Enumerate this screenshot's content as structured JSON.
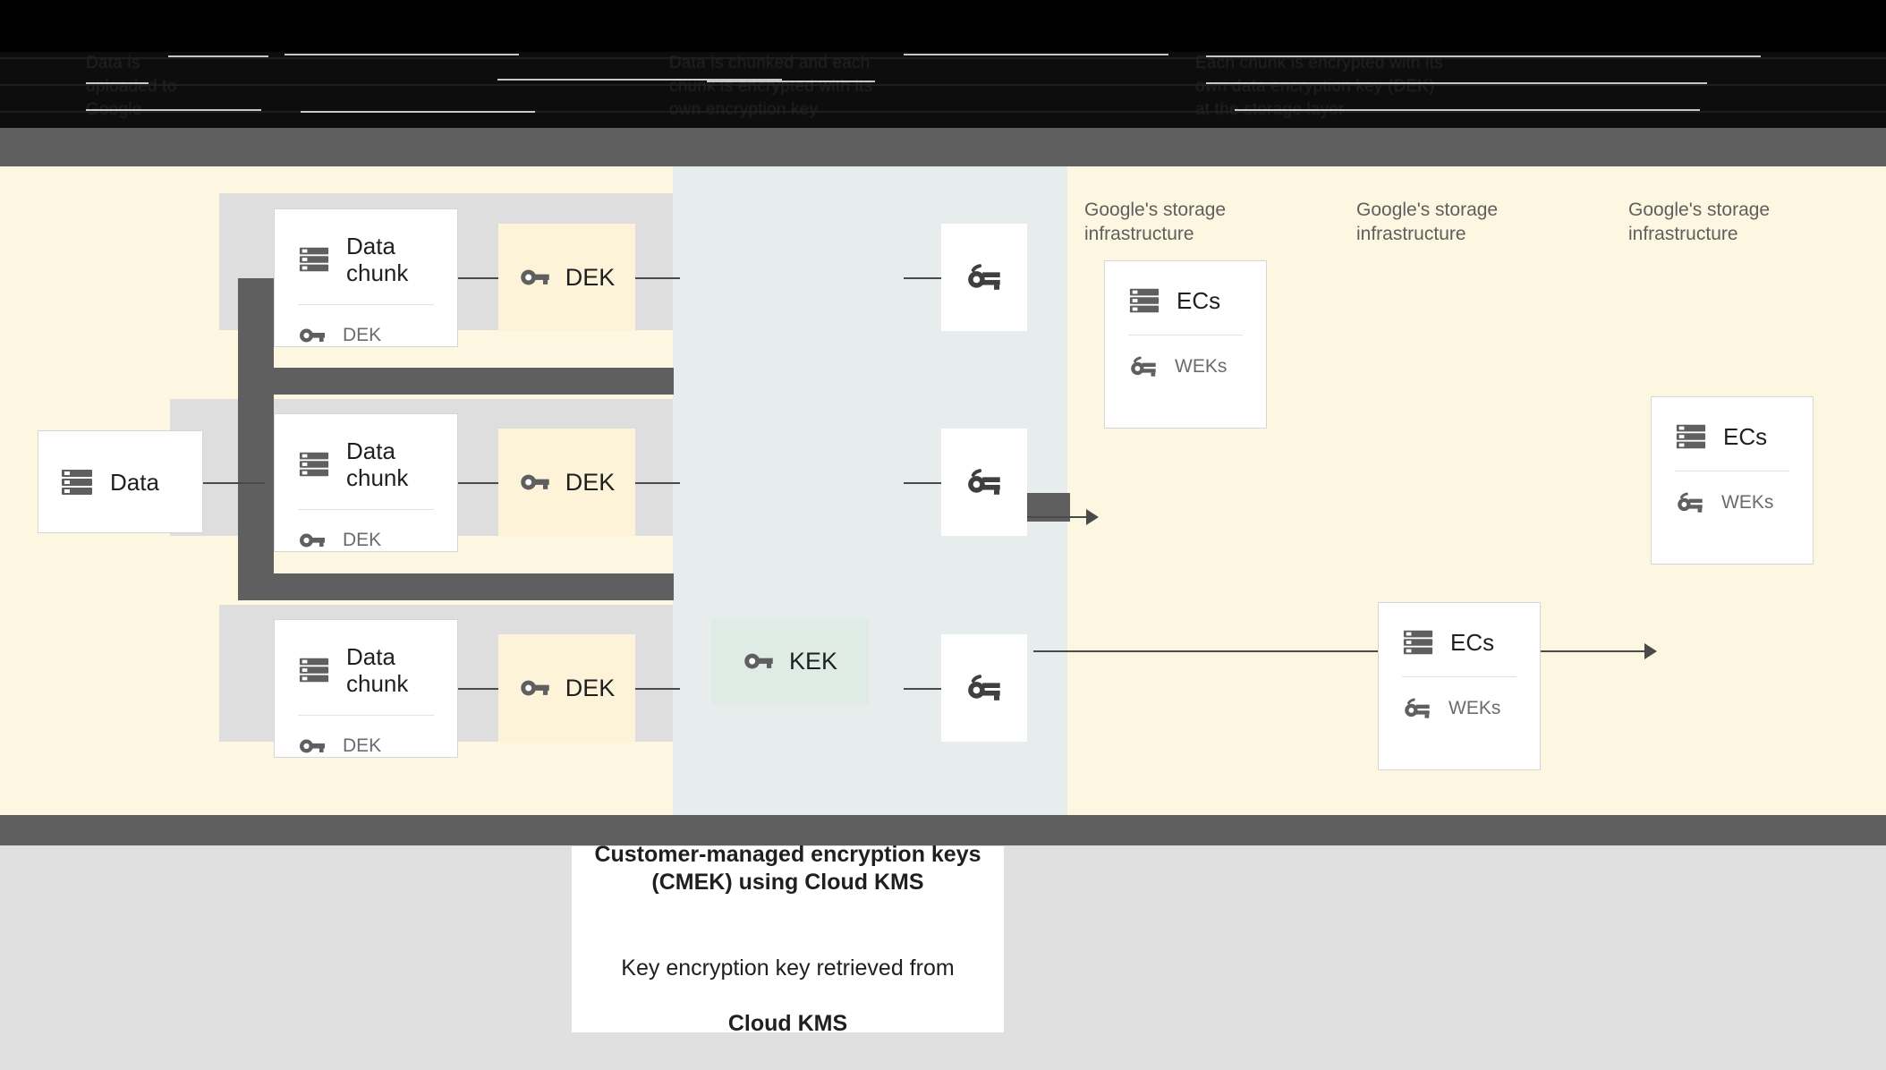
{
  "header": {
    "obscured": true,
    "note": "redacted text rows",
    "rows": [
      {
        "col1": "Data is",
        "col2": "Data is chunked and each",
        "col3": "Each chunk is encrypted with its"
      },
      {
        "col1": "uploaded to",
        "col2": "chunk is encrypted with its",
        "col3": "own data encryption key (DEK)"
      },
      {
        "col1": "Google",
        "col2": "own encryption key",
        "col3": "at the storage layer"
      }
    ]
  },
  "diagram": {
    "source": {
      "label": "Data",
      "icon": "storage-icon"
    },
    "chunks": [
      {
        "title": "Data\nchunk",
        "icon": "storage-icon",
        "key_icon": "key-icon",
        "key_label": "DEK"
      },
      {
        "title": "Data\nchunk",
        "icon": "storage-icon",
        "key_icon": "key-icon",
        "key_label": "DEK"
      },
      {
        "title": "Data\nchunk",
        "icon": "storage-icon",
        "key_icon": "key-icon",
        "key_label": "DEK"
      }
    ],
    "deks": [
      {
        "label": "DEK",
        "icon": "key-icon"
      },
      {
        "label": "DEK",
        "icon": "key-icon"
      },
      {
        "label": "DEK",
        "icon": "key-icon"
      }
    ],
    "kek": {
      "label": "KEK",
      "icon": "key-icon"
    },
    "wrapped_keys": [
      {
        "icon": "wrapped-key-icon"
      },
      {
        "icon": "wrapped-key-icon"
      },
      {
        "icon": "wrapped-key-icon"
      }
    ],
    "zone_captions": [
      "Google's storage\ninfrastructure",
      "Google's storage\ninfrastructure",
      "Google's storage\ninfrastructure"
    ],
    "ec_cards": [
      {
        "title": "ECs",
        "icon": "storage-icon",
        "key_icon": "wrapped-key-icon",
        "key_label": "WEKs"
      },
      {
        "title": "ECs",
        "icon": "storage-icon",
        "key_icon": "wrapped-key-icon",
        "key_label": "WEKs"
      },
      {
        "title": "ECs",
        "icon": "storage-icon",
        "key_icon": "wrapped-key-icon",
        "key_label": "WEKs"
      }
    ]
  },
  "caption": {
    "bold": "Customer-managed encryption keys\n(CMEK) using Cloud KMS",
    "normal_1": "Key encryption key retrieved from",
    "normal_2": "Cloud KMS"
  },
  "colors": {
    "cream": "#fdf6e0",
    "blue_grey": "#e7ecec",
    "grey_band": "#dedede",
    "dark_bar": "#5f5f5f",
    "dek_chip": "#fdf3d9",
    "kek_chip": "#dfece5",
    "page_bg": "#e0e0e0",
    "text_dark": "#1f1f1f",
    "text_muted": "#6b6b6b"
  }
}
